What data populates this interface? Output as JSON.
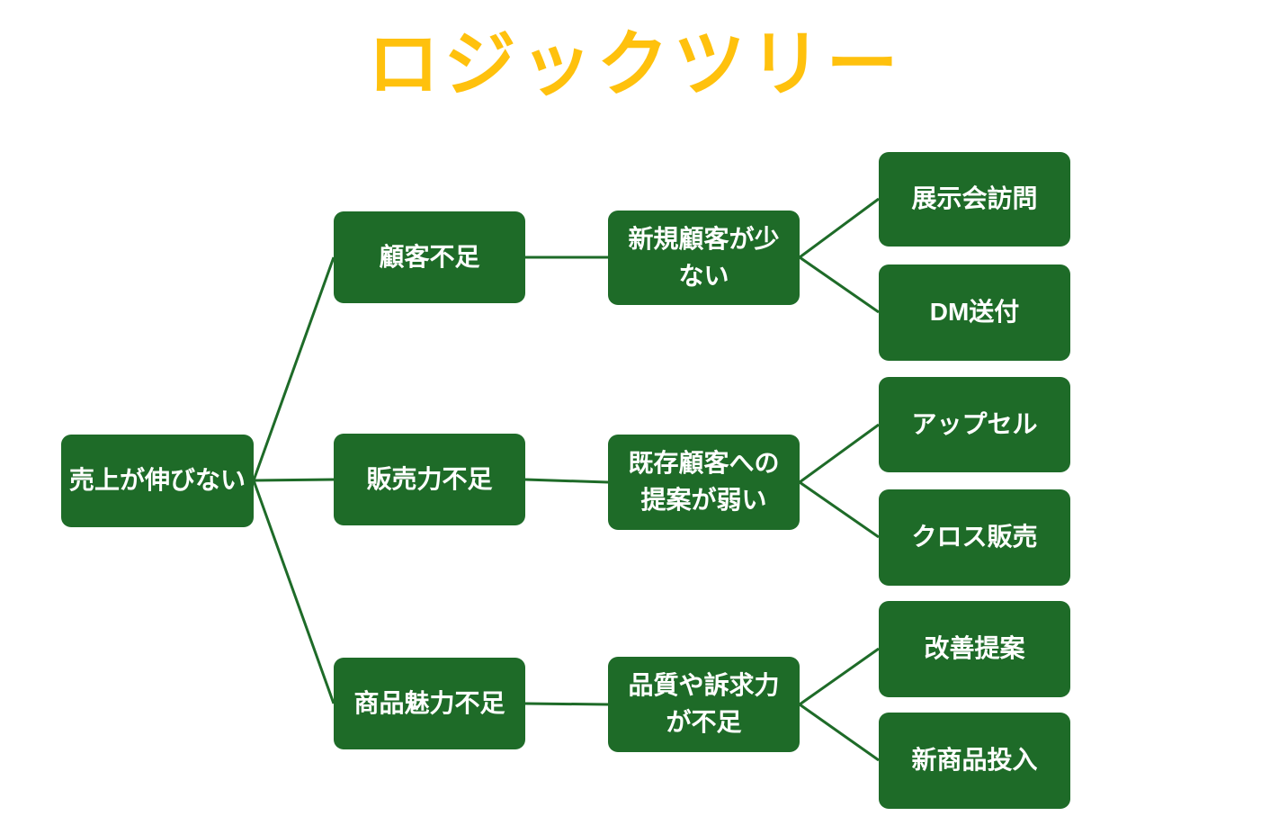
{
  "title": "ロジックツリー",
  "colors": {
    "node_fill": "#1e6b28",
    "connector": "#1e6b28",
    "node_text": "#ffffff",
    "title_text": "#ffc10d",
    "background": "#ffffff"
  },
  "tree": {
    "root": {
      "label": "売上が伸びない"
    },
    "causes": [
      {
        "label": "顧客不足"
      },
      {
        "label": "販売力不足"
      },
      {
        "label": "商品魅力不足"
      }
    ],
    "subcauses": [
      {
        "label": "新規顧客が少\nない"
      },
      {
        "label": "既存顧客への\n提案が弱い"
      },
      {
        "label": "品質や訴求力\nが不足"
      }
    ],
    "actions": [
      {
        "label": "展示会訪問"
      },
      {
        "label": "DM送付"
      },
      {
        "label": "アップセル"
      },
      {
        "label": "クロス販売"
      },
      {
        "label": "改善提案"
      },
      {
        "label": "新商品投入"
      }
    ]
  }
}
